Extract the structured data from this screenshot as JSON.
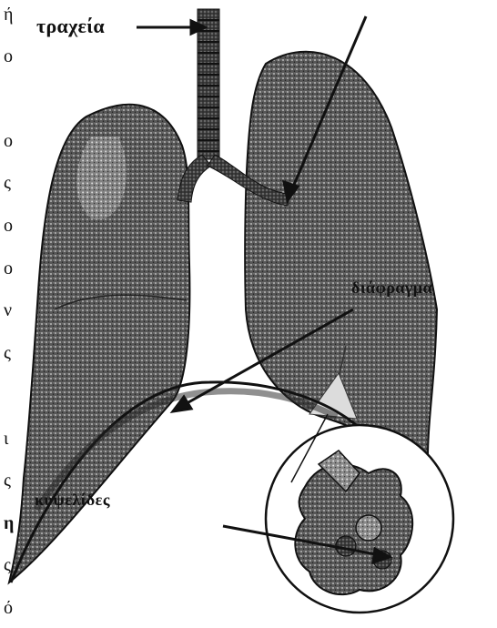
{
  "labels": {
    "trachea": "τραχεία",
    "diaphragm": "διάφραγμα",
    "alveoli": "κυψελίδες"
  },
  "left_margin_fragments": [
    "ή",
    "ο",
    "ο",
    "ς",
    "ο",
    "ο",
    "ν",
    "ς",
    "ι",
    "ς",
    "η",
    "ς",
    "ό"
  ],
  "colors": {
    "ink": "#1a1a1a",
    "paper": "#ffffff"
  }
}
